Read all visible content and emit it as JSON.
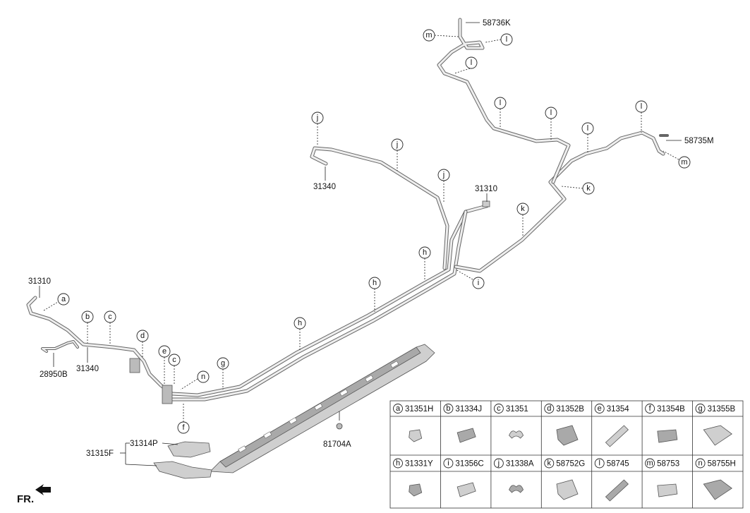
{
  "part_labels": {
    "p31310_left": "31310",
    "p28950B": "28950B",
    "p31340_left": "31340",
    "p31340_top": "31340",
    "p31310_mid": "31310",
    "p58736K": "58736K",
    "p58735M": "58735M",
    "p31314P": "31314P",
    "p31315F": "31315F",
    "p81704A": "81704A"
  },
  "callouts": {
    "a": "a",
    "b": "b",
    "c": "c",
    "d": "d",
    "e": "e",
    "f": "f",
    "g": "g",
    "h": "h",
    "i": "i",
    "j": "j",
    "k": "k",
    "l": "l",
    "m": "m",
    "n": "n"
  },
  "legend": {
    "items": [
      {
        "letter": "a",
        "part": "31351H"
      },
      {
        "letter": "b",
        "part": "31334J"
      },
      {
        "letter": "c",
        "part": "31351"
      },
      {
        "letter": "d",
        "part": "31352B"
      },
      {
        "letter": "e",
        "part": "31354"
      },
      {
        "letter": "f",
        "part": "31354B"
      },
      {
        "letter": "g",
        "part": "31355B"
      },
      {
        "letter": "h",
        "part": "31331Y"
      },
      {
        "letter": "i",
        "part": "31356C"
      },
      {
        "letter": "j",
        "part": "31338A"
      },
      {
        "letter": "k",
        "part": "58752G"
      },
      {
        "letter": "l",
        "part": "58745"
      },
      {
        "letter": "m",
        "part": "58753"
      },
      {
        "letter": "n",
        "part": "58755H"
      }
    ]
  },
  "orientation": {
    "label": "FR."
  }
}
